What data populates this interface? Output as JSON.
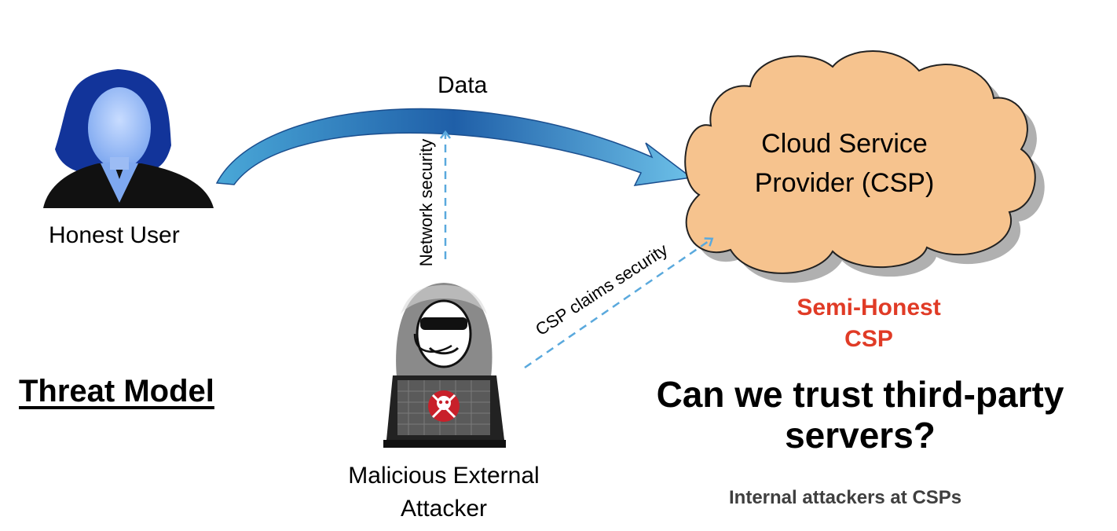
{
  "labels": {
    "honest_user": "Honest User",
    "data": "Data",
    "cloud": "Cloud Service Provider (CSP)",
    "semi_honest_line1": "Semi-Honest",
    "semi_honest_line2": "CSP",
    "threat_model": "Threat Model",
    "trust_question": "Can we trust third-party servers?",
    "internal_attackers": "Internal attackers at CSPs",
    "attacker": "Malicious External Attacker",
    "network_security": "Network security",
    "csp_claims": "CSP claims security"
  },
  "icons": {
    "user": "female-user-icon",
    "attacker": "hooded-hacker-icon",
    "skull": "skull-crossbones-icon"
  },
  "colors": {
    "cloud_fill": "#f6c38e",
    "arrow_blue": "#2f6fc4",
    "dashed_arrow": "#5aa9dd",
    "semi_honest_text": "#e03b26",
    "user_blue": "#1c3fa8"
  }
}
